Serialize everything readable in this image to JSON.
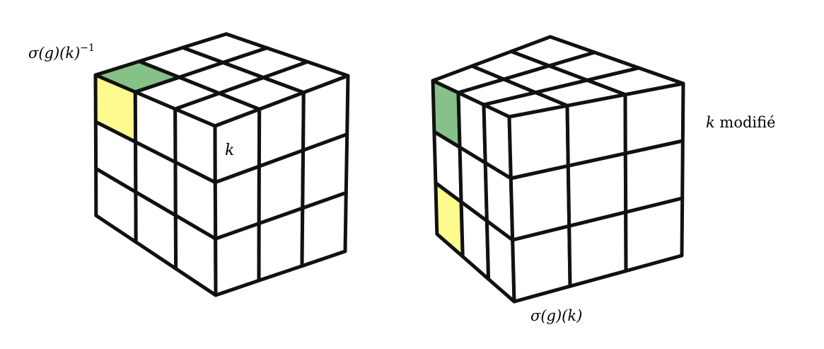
{
  "colors": {
    "stroke": "#111111",
    "face": "#ffffff",
    "highlight_green": "#86c287",
    "highlight_yellow": "#fdfb8d"
  },
  "labels": {
    "left_top": {
      "base": "σ(g)(k)",
      "sup": "−1"
    },
    "left_center": "k",
    "right_side": {
      "var": "k",
      "text": " modifié"
    },
    "right_bottom": "σ(g)(k)"
  },
  "cubes": [
    {
      "name": "cube-left",
      "highlights": [
        {
          "face": "top",
          "row": 2,
          "col": 0,
          "color": "highlight_green",
          "label": "sigma-inverse-sticker"
        },
        {
          "face": "front",
          "row": 0,
          "col": 0,
          "color": "highlight_yellow",
          "label": "k-sticker"
        }
      ]
    },
    {
      "name": "cube-right",
      "highlights": [
        {
          "face": "front",
          "row": 0,
          "col": 0,
          "color": "highlight_green",
          "label": "k-modified-sticker"
        },
        {
          "face": "front",
          "row": 2,
          "col": 0,
          "color": "highlight_yellow",
          "label": "sigma-sticker"
        }
      ]
    }
  ]
}
